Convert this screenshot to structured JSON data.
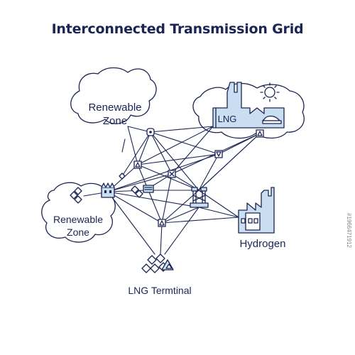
{
  "title": "Interconnected Transmission Grid",
  "labels": {
    "renewable_zone_top_line1": "Renewable",
    "renewable_zone_top_line2": "Zone",
    "renewable_zone_left_line1": "Renewable",
    "renewable_zone_left_line2": "Zone",
    "lng_plant": "LNG",
    "hydrogen": "Hydrogen",
    "lng_terminal": "LNG Termtinal"
  },
  "watermark": "#1966471912",
  "colors": {
    "line": "#1c2453",
    "accent_fill": "#c9def1",
    "background": "#ffffff"
  },
  "icons": [
    "factory-icon",
    "sun-icon",
    "substation-icon",
    "transformer-tower-icon",
    "lng-tank-icon",
    "hydrogen-plant-icon"
  ]
}
